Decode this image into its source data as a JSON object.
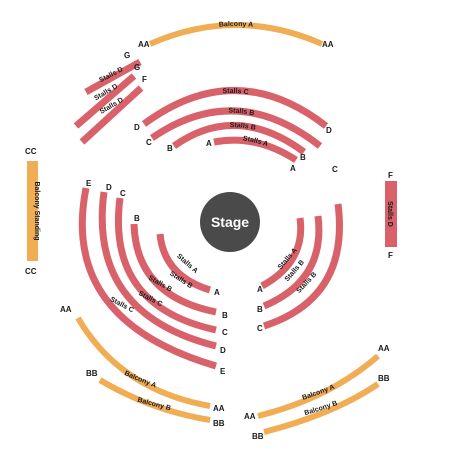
{
  "stage": {
    "label": "Stage"
  },
  "sections": {
    "balcony_a_top": "Balcony A",
    "stalls_d_upper_left_1": "Stalls D",
    "stalls_d_upper_left_2": "Stalls D",
    "stalls_d_upper_left_3": "Stalls D",
    "stalls_c_top": "Stalls C",
    "stalls_b_top": "Stalls B",
    "stalls_b_top_inner": "Stalls B",
    "stalls_a_top": "Stalls A",
    "balcony_standing": "Balcony Standing",
    "stalls_d_right": "Stalls D",
    "stalls_a_left": "Stalls A",
    "stalls_b_left": "Stalls B",
    "stalls_b_left_2": "Stalls B",
    "stalls_c_left": "Stalls C",
    "stalls_c_left_2": "Stalls C",
    "stalls_a_right": "Stalls A",
    "stalls_b_right": "Stalls B",
    "stalls_b_right_2": "Stalls B",
    "balcony_a_bottom_left": "Balcony A",
    "balcony_b_bottom_left": "Balcony B",
    "balcony_a_bottom_right": "Balcony A",
    "balcony_b_bottom_right": "Balcony B"
  },
  "rows": {
    "top_aa_left": "AA",
    "top_aa_right": "AA",
    "ul_g1": "G",
    "ul_g2": "G",
    "ul_f": "F",
    "tc_d_left": "D",
    "tc_d_right": "D",
    "tc_c_left": "C",
    "tc_c_right": "C",
    "tc_b_left": "B",
    "tc_b_right": "B",
    "tc_a_left": "A",
    "tc_a_right": "A",
    "cc_top": "CC",
    "cc_bottom": "CC",
    "f_top": "F",
    "f_bottom": "F",
    "l_e_top": "E",
    "l_d_top": "D",
    "l_c_top": "C",
    "l_b_top": "B",
    "l_a_end": "A",
    "l_b_end": "B",
    "l_c_end": "C",
    "l_d_end": "D",
    "l_e_end": "E",
    "r_a_end": "A",
    "r_b_end": "B",
    "r_c_end": "C",
    "bl_aa_left": "AA",
    "bl_bb_left": "BB",
    "bl_aa_right": "AA",
    "bl_bb_right": "BB",
    "br_aa_right": "AA",
    "br_bb_right": "BB",
    "br_aa_left": "AA",
    "br_bb_left": "BB"
  },
  "colors": {
    "stalls": "#d9626a",
    "balcony": "#f0ad54",
    "stage": "#4a4a4a",
    "background": "#ffffff"
  }
}
